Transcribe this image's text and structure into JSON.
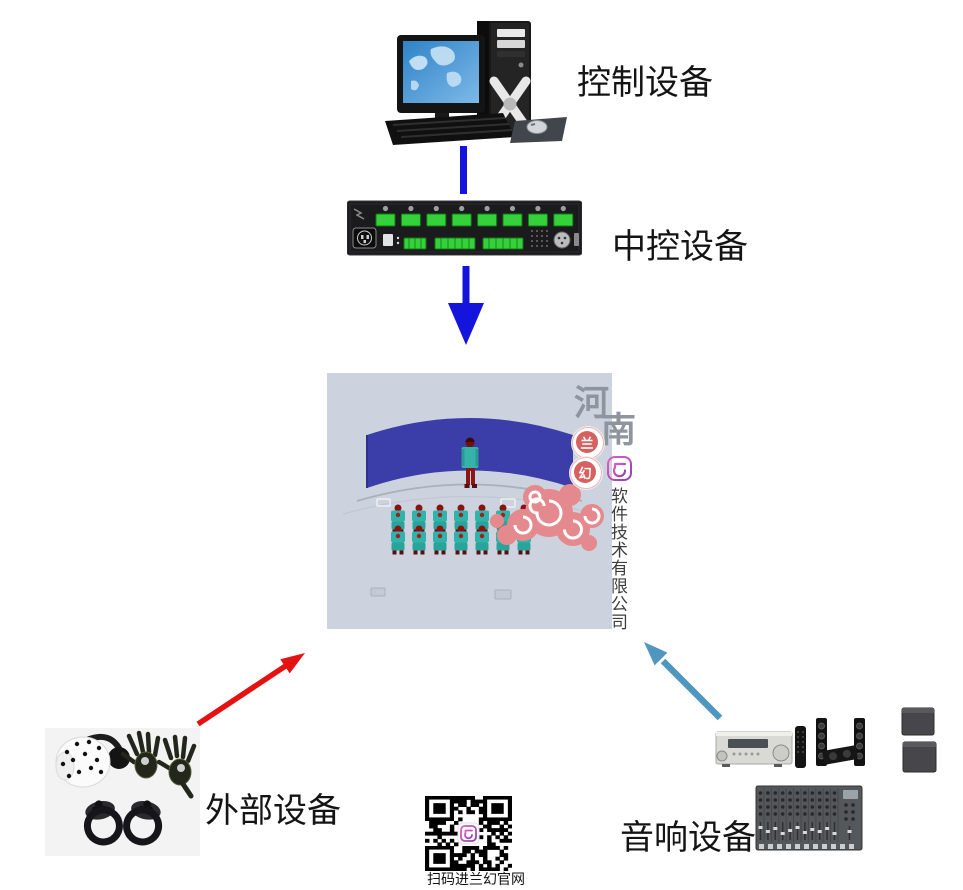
{
  "diagram": {
    "nodes": {
      "control": {
        "label": "控制设备"
      },
      "central": {
        "label": "中控设备"
      },
      "external": {
        "label": "外部设备"
      },
      "audio": {
        "label": "音响设备"
      }
    },
    "qr": {
      "caption": "扫码进兰幻官网"
    },
    "watermark": {
      "char_he": "河",
      "char_nan": "南",
      "badge_lan": "兰",
      "badge_huan": "幻",
      "company": "软件技术有限公司"
    },
    "colors": {
      "arrow_blue": "#1414dd",
      "arrow_red": "#e51212",
      "arrow_lightblue": "#4f97be",
      "screen_blue": "#3b3ea8",
      "scene_bg": "#ccd3de",
      "figure_teal": "#2fb3aa",
      "figure_head": "#8c1212",
      "cloud_pink": "#e4898d",
      "watermark_gray": "#8e959e",
      "logo_magenta": "#b43fae",
      "connector_green": "#35d13a"
    }
  }
}
